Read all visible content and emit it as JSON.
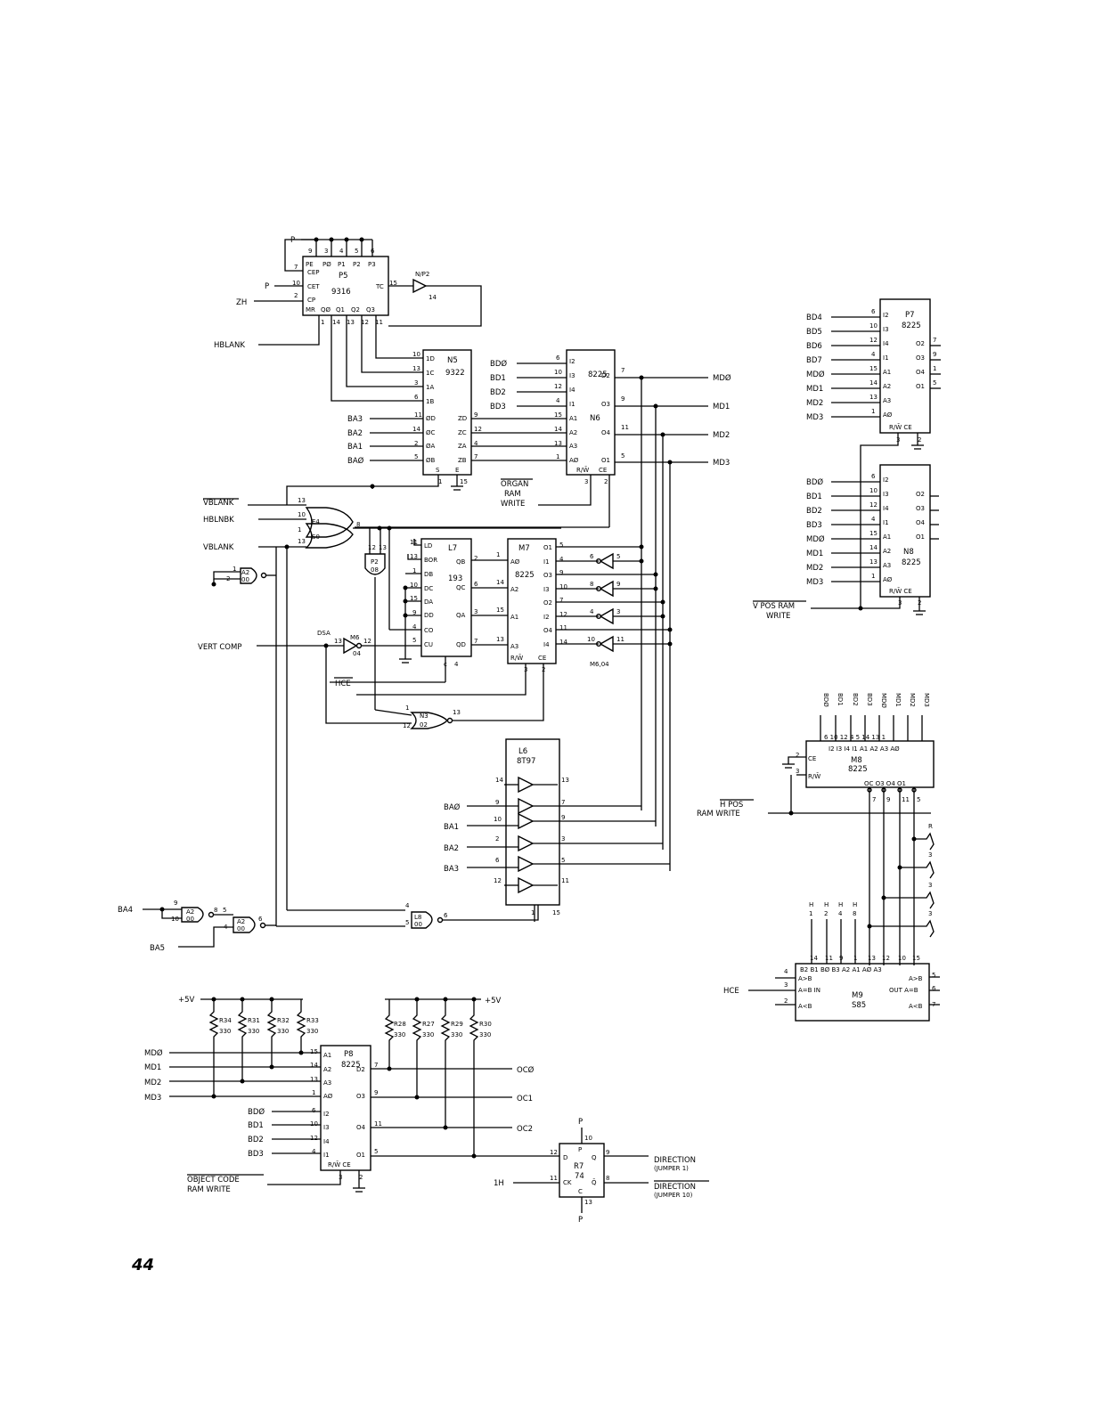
{
  "page_number": "44",
  "chips": {
    "p5": {
      "ref": "P5",
      "part": "9316"
    },
    "n5": {
      "ref": "N5",
      "part": "9322"
    },
    "n6": {
      "ref": "N6",
      "part": "8225"
    },
    "p7": {
      "ref": "P7",
      "part": "8225"
    },
    "n8": {
      "ref": "N8",
      "part": "8225"
    },
    "l7": {
      "ref": "L7",
      "part": "193"
    },
    "m7": {
      "ref": "M7",
      "part": "8225"
    },
    "m8": {
      "ref": "M8",
      "part": "8225"
    },
    "l6": {
      "ref": "L6",
      "part": "8T97"
    },
    "m9": {
      "ref": "M9",
      "part": "S85"
    },
    "p8": {
      "ref": "P8",
      "part": "8225"
    },
    "r7": {
      "ref": "R7",
      "part": "74"
    },
    "p2": {
      "ref": "P2",
      "part": "08"
    },
    "n3": {
      "ref": "N3",
      "part": "02"
    },
    "a2a": {
      "ref": "A2",
      "part": "00"
    },
    "a2b": {
      "ref": "A2",
      "part": "00"
    },
    "a2c": {
      "ref": "A2",
      "part": "00"
    },
    "l8": {
      "ref": "L8",
      "part": "00"
    },
    "m6": {
      "ref": "M6",
      "part": "04"
    },
    "m6b": {
      "ref": "M6,04"
    },
    "n4p2": {
      "ref": "N/P2",
      "part": "14"
    }
  },
  "signals": {
    "p_top": "P",
    "p_cet": "P",
    "zh": "ZH",
    "hblank": "HBLANK",
    "vblank_bar": "VBLANK",
    "hblnbk": "HBLNBK",
    "vblank": "VBLANK",
    "vert_comp": "VERT COMP",
    "hce_bar": "HCE",
    "dsa": "DSA",
    "ba3": "BA3",
    "ba2": "BA2",
    "ba1": "BA1",
    "ba0": "BAØ",
    "bd0": "BDØ",
    "bd1": "BD1",
    "bd2": "BD2",
    "bd3": "BD3",
    "md0": "MDØ",
    "md1": "MD1",
    "md2": "MD2",
    "md3": "MD3",
    "organ_ram_write": [
      "ORGAN",
      "RAM",
      "WRITE"
    ],
    "p7_in": [
      "BD4",
      "BD5",
      "BD6",
      "BD7",
      "MDØ",
      "MD1",
      "MD2",
      "MD3"
    ],
    "n8_in": [
      "BDØ",
      "BD1",
      "BD2",
      "BD3",
      "MDØ",
      "MD1",
      "MD2",
      "MD3"
    ],
    "vpos_ram_write": [
      "V POS RAM",
      "WRITE"
    ],
    "m8_top": [
      "BDØ",
      "BD1",
      "BD2",
      "BD3",
      "MDØ",
      "MD1",
      "MD2",
      "MD3"
    ],
    "hpos_ram_write": [
      "H POS",
      "RAM WRITE"
    ],
    "l6_in": [
      "BAØ",
      "BA1",
      "BA2",
      "BA3"
    ],
    "ba4": "BA4",
    "ba5": "BA5",
    "m9_top": [
      "H",
      "H",
      "H",
      "H"
    ],
    "m9_top2": [
      "1",
      "2",
      "4",
      "8"
    ],
    "hce": "HCE",
    "plus5a": "+5V",
    "plus5b": "+5V",
    "resistors_a": [
      "R34",
      "R31",
      "R32",
      "R33"
    ],
    "resistors_b": [
      "R28",
      "R27",
      "R29",
      "R30"
    ],
    "res_val": "330",
    "p8_in": [
      "MDØ",
      "MD1",
      "MD2",
      "MD3",
      "BDØ",
      "BD1",
      "BD2",
      "BD3"
    ],
    "object_code": [
      "OBJECT CODE",
      "RAM WRITE"
    ],
    "oc": [
      "OCØ",
      "OC1",
      "OC2"
    ],
    "h16": "1H",
    "direction1": [
      "DIRECTION",
      "(JUMPER 1)"
    ],
    "direction2": [
      "DIRECTION",
      "(JUMPER 10)"
    ],
    "p_r7_top": "P",
    "p_r7_bot": "P"
  }
}
